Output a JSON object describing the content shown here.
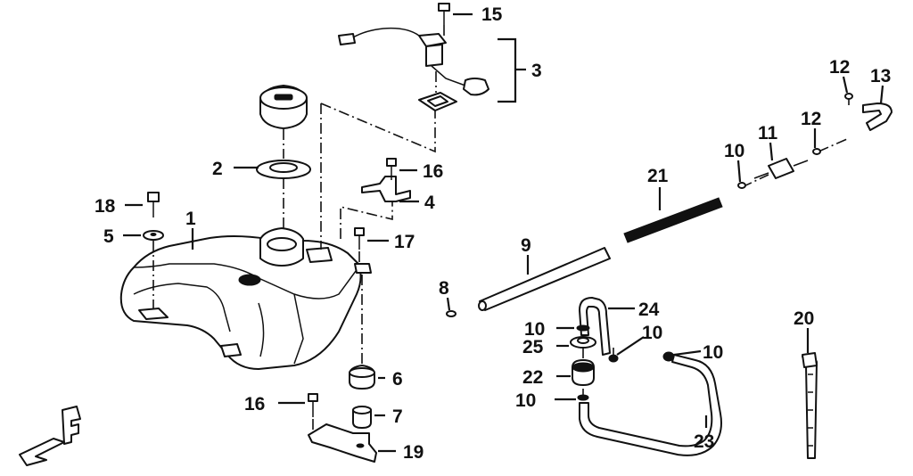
{
  "diagram": {
    "labels": {
      "p1": "1",
      "p2": "2",
      "p3": "3",
      "p4": "4",
      "p5": "5",
      "p6": "6",
      "p7": "7",
      "p8": "8",
      "p9": "9",
      "p10a": "10",
      "p10b": "10",
      "p10c": "10",
      "p10d": "10",
      "p10e": "10",
      "p11": "11",
      "p12a": "12",
      "p12b": "12",
      "p13": "13",
      "p15": "15",
      "p16a": "16",
      "p16b": "16",
      "p17": "17",
      "p18": "18",
      "p19": "19",
      "p20": "20",
      "p21": "21",
      "p22": "22",
      "p23": "23",
      "p24": "24",
      "p25": "25"
    },
    "front_marker": "F"
  }
}
